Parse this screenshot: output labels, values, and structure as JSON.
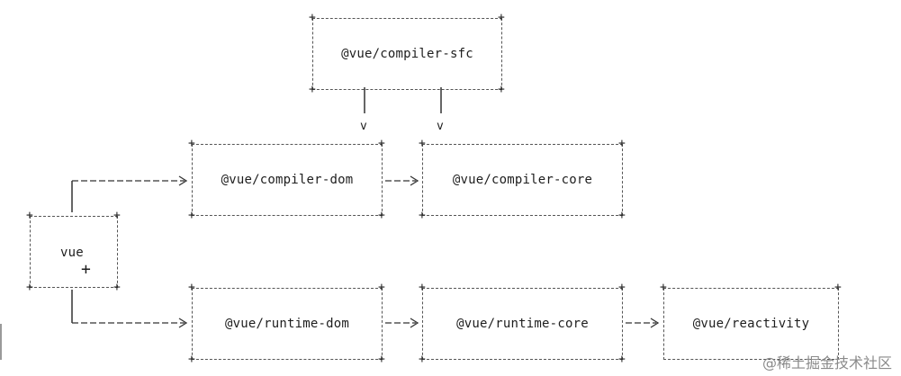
{
  "diagram": {
    "nodes": {
      "compiler_sfc": "@vue/compiler-sfc",
      "compiler_dom": "@vue/compiler-dom",
      "compiler_core": "@vue/compiler-core",
      "vue": "vue",
      "runtime_dom": "@vue/runtime-dom",
      "runtime_core": "@vue/runtime-core",
      "reactivity": "@vue/reactivity"
    },
    "arrowhead": "v",
    "plus_sign": "+",
    "corner_mark": "+",
    "edges": [
      {
        "from": "compiler_sfc",
        "to": "compiler_dom"
      },
      {
        "from": "compiler_sfc",
        "to": "compiler_core"
      },
      {
        "from": "vue",
        "to": "compiler_dom"
      },
      {
        "from": "compiler_dom",
        "to": "compiler_core"
      },
      {
        "from": "vue",
        "to": "runtime_dom"
      },
      {
        "from": "runtime_dom",
        "to": "runtime_core"
      },
      {
        "from": "runtime_core",
        "to": "reactivity"
      }
    ]
  },
  "watermark": "@稀土掘金技术社区"
}
